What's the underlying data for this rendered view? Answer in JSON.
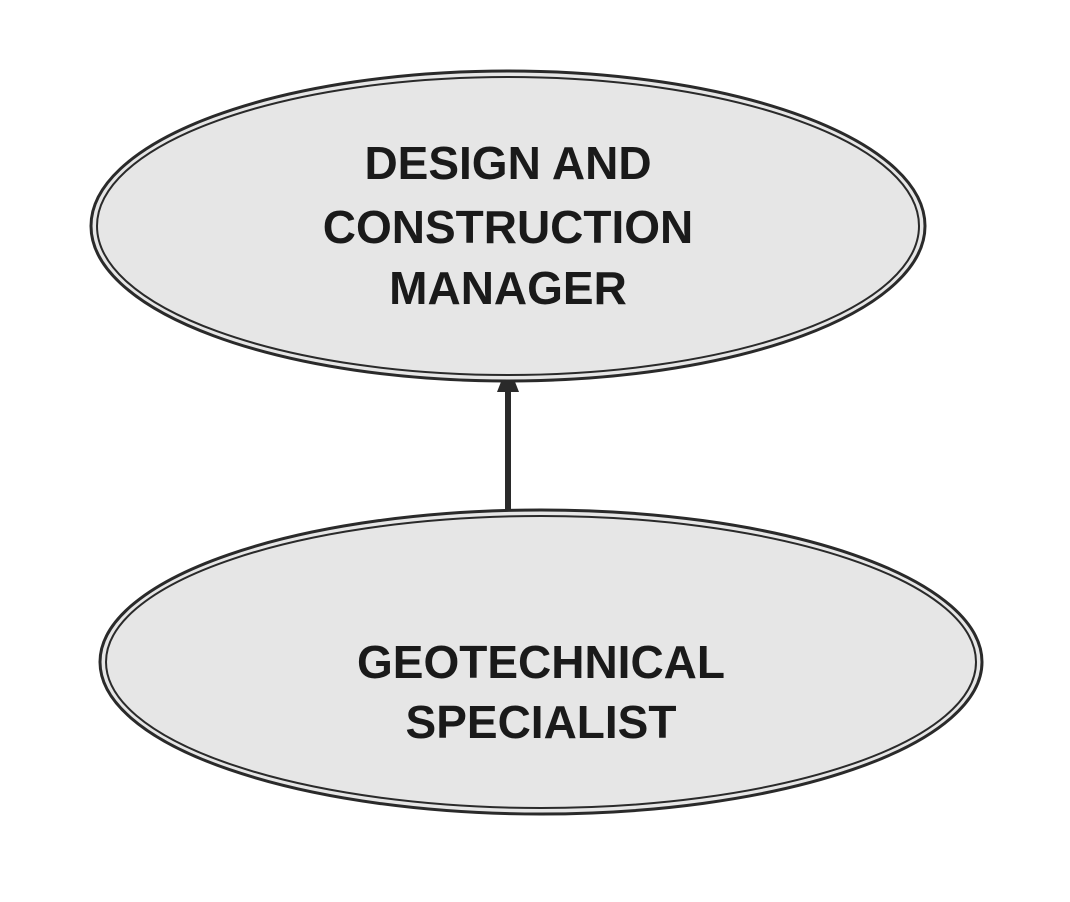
{
  "diagram": {
    "nodes": {
      "top": {
        "lines": [
          "DESIGN AND",
          "CONSTRUCTION",
          "MANAGER"
        ]
      },
      "bottom": {
        "lines": [
          "GEOTECHNICAL",
          "SPECIALIST"
        ]
      }
    },
    "edge": {
      "from": "bottom",
      "to": "top"
    },
    "colors": {
      "ellipse_fill": "#e6e6e6",
      "outline": "#2a2a2a",
      "text": "#1a1a1a",
      "arrow": "#2a2a2a"
    }
  }
}
